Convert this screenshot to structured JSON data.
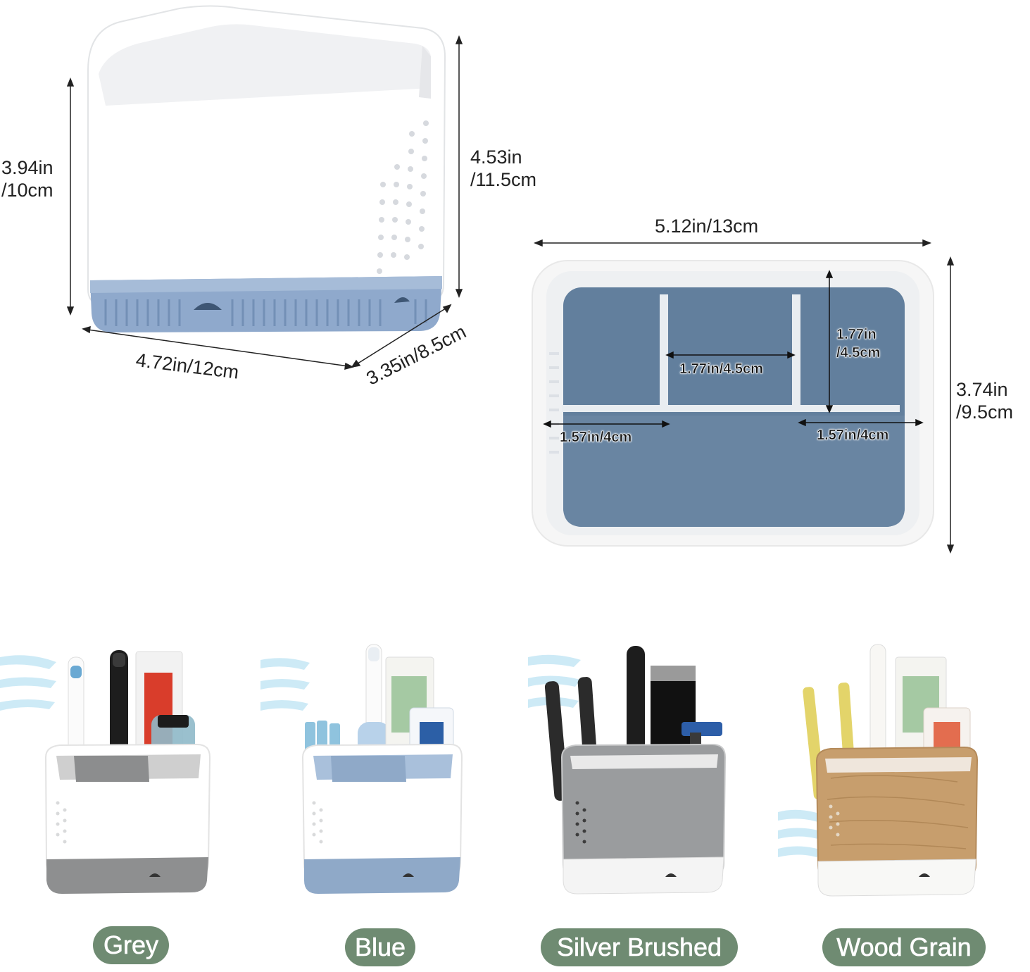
{
  "product_dimensions": {
    "height_inner": "3.94in\n/10cm",
    "height_outer": "4.53in\n/11.5cm",
    "width_front": "4.72in/12cm",
    "depth_side": "3.35in/8.5cm",
    "top_width": "5.12in/13cm",
    "top_depth": "3.74in\n/9.5cm",
    "compartment_width": "1.77in/4.5cm",
    "compartment_depth": "1.77in\n/4.5cm",
    "side_left": "1.57in/4cm",
    "side_right": "1.57in/4cm"
  },
  "variants": [
    {
      "name": "Grey",
      "accent": "#8e8f90"
    },
    {
      "name": "Blue",
      "accent": "#8fa9c8"
    },
    {
      "name": "Silver Brushed",
      "accent": "#9a9c9e"
    },
    {
      "name": "Wood Grain",
      "accent": "#c79e6d"
    }
  ],
  "colors": {
    "label_bg": "#6f8b72",
    "divider_blue": "#8fa9cc",
    "tray_blue": "#5f7d9a"
  }
}
